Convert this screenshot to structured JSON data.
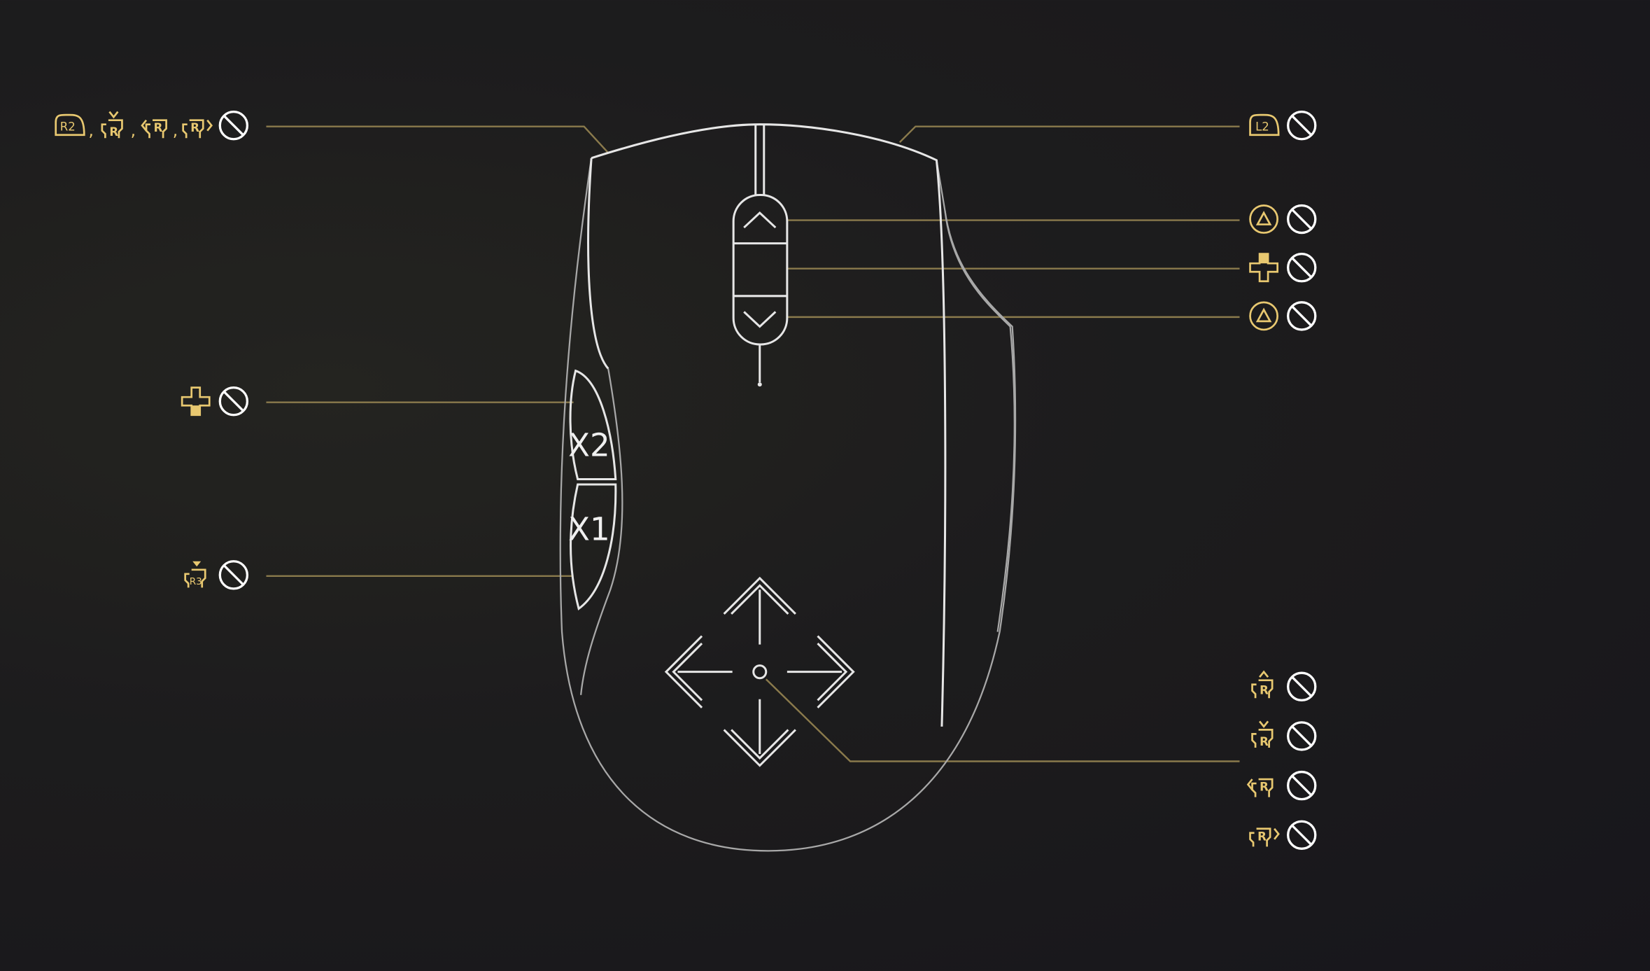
{
  "colors": {
    "accent": "#e8c870",
    "background": "#1f1e22",
    "line": "#8a7a4c",
    "unbound": "#ffffff"
  },
  "mouse": {
    "side_button_upper": "X2",
    "side_button_lower": "X1"
  },
  "bindings": {
    "left_click": {
      "icons": [
        "r2-trigger-icon",
        "right-stick-down-icon",
        "right-stick-left-icon",
        "right-stick-right-icon"
      ],
      "r2": "R2",
      "stick": "R",
      "separator": ",",
      "state": "unbound"
    },
    "right_click": {
      "icons": [
        "l2-trigger-icon"
      ],
      "l2": "L2",
      "state": "unbound"
    },
    "scroll_up": {
      "icons": [
        "triangle-button-icon"
      ],
      "state": "unbound"
    },
    "wheel_click": {
      "icons": [
        "dpad-up-icon"
      ],
      "state": "unbound"
    },
    "scroll_down": {
      "icons": [
        "triangle-button-icon"
      ],
      "state": "unbound"
    },
    "x2": {
      "icons": [
        "dpad-down-icon"
      ],
      "state": "unbound"
    },
    "x1": {
      "icons": [
        "r3-press-icon"
      ],
      "r3": "R3",
      "state": "unbound"
    },
    "mouse_move": {
      "icons": [
        "right-stick-up-icon",
        "right-stick-down-icon",
        "right-stick-left-icon",
        "right-stick-right-icon"
      ],
      "stick": "R",
      "state": "unbound"
    }
  }
}
